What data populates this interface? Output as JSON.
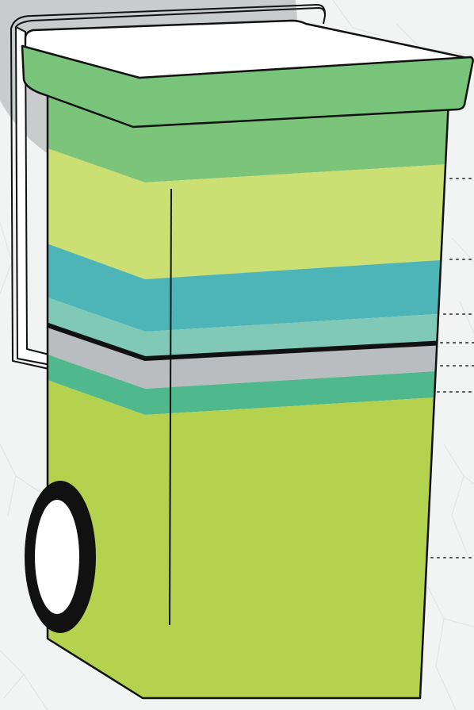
{
  "colors": {
    "background": "#f2f3f3",
    "backdrop_circle": "#c9cccc",
    "crack_lines": "#e2e4e4",
    "outline": "#111111",
    "lid_top": "#ffffff",
    "lid_rim": "#78c47a",
    "divider_line": "#111111",
    "leader_dots": "#555555",
    "wheel_tire": "#111111",
    "wheel_hub": "#ffffff"
  },
  "bin": {
    "icon": "wheelie-bin-icon",
    "layers": [
      {
        "id": "layer-1",
        "color": "#7cc47a"
      },
      {
        "id": "layer-2",
        "color": "#cbdf72"
      },
      {
        "id": "layer-3",
        "color": "#4db5b8"
      },
      {
        "id": "layer-4",
        "color": "#7fc9b6"
      },
      {
        "id": "layer-5",
        "color": "#b9bdbf"
      },
      {
        "id": "layer-6",
        "color": "#4fb98d"
      },
      {
        "id": "layer-7",
        "color": "#b5d24f"
      }
    ]
  }
}
